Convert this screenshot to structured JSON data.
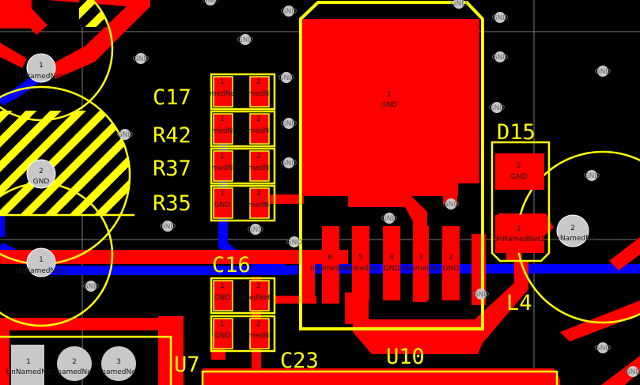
{
  "colors": {
    "background": "#000000",
    "copper_top": "#ff0000",
    "copper_bottom": "#0000ff",
    "overlay": "#ffff00",
    "via": "#c8c8c8",
    "text": "#1a1a1a"
  },
  "via_label": "GND",
  "designators": {
    "c17": "C17",
    "r42": "R42",
    "r37": "R37",
    "r35": "R35",
    "c16": "C16",
    "c23": "C23",
    "u7": "U7",
    "u10": "U10",
    "d15": "D15",
    "l4": "L4"
  },
  "pads": {
    "c17_1": {
      "num": "1",
      "net": "medNe"
    },
    "c17_2": {
      "num": "2",
      "net": "medN"
    },
    "r42_1": {
      "num": "1",
      "net": "medN"
    },
    "r42_2": {
      "num": "2",
      "net": "medN"
    },
    "r37_1": {
      "num": "1",
      "net": "medN"
    },
    "r37_2": {
      "num": "2",
      "net": "medN"
    },
    "r35_1": {
      "num": "1",
      "net": "GND"
    },
    "r35_2": {
      "num": "2",
      "net": "medN"
    },
    "c16_1": {
      "num": "1",
      "net": "GND"
    },
    "c16_2": {
      "num": "2",
      "net": "medNet1"
    },
    "c23_1": {
      "num": "1",
      "net": "GND"
    },
    "c23_2": {
      "num": "2",
      "net": "medN"
    },
    "u10_tab": {
      "num": "1",
      "net": "GND"
    },
    "u10_6": {
      "num": "6",
      "net": "nNamedNe"
    },
    "u10_5": {
      "num": "5",
      "net": "NamedNe"
    },
    "u10_4": {
      "num": "4",
      "net": "GND"
    },
    "u10_3": {
      "num": "3",
      "net": "nNamedNe"
    },
    "u10_2": {
      "num": "2",
      "net": "GND"
    },
    "d15_2": {
      "num": "2",
      "net": "GND"
    },
    "d15_1": {
      "num": "1",
      "net": "UnNamedNet1"
    },
    "th_a": {
      "num": "1",
      "net": "UnNamedNet1"
    },
    "th_b": {
      "num": "2",
      "net": "GND"
    },
    "th_c": {
      "num": "1",
      "net": "UnNamedNet1"
    },
    "th_d": {
      "num": "2",
      "net": "UnNamedNe"
    },
    "u7_1": {
      "num": "1",
      "net": "UnNamedNe"
    },
    "u7_2": {
      "num": "2",
      "net": "namedNe"
    },
    "u7_3": {
      "num": "3",
      "net": "namedNe"
    }
  }
}
